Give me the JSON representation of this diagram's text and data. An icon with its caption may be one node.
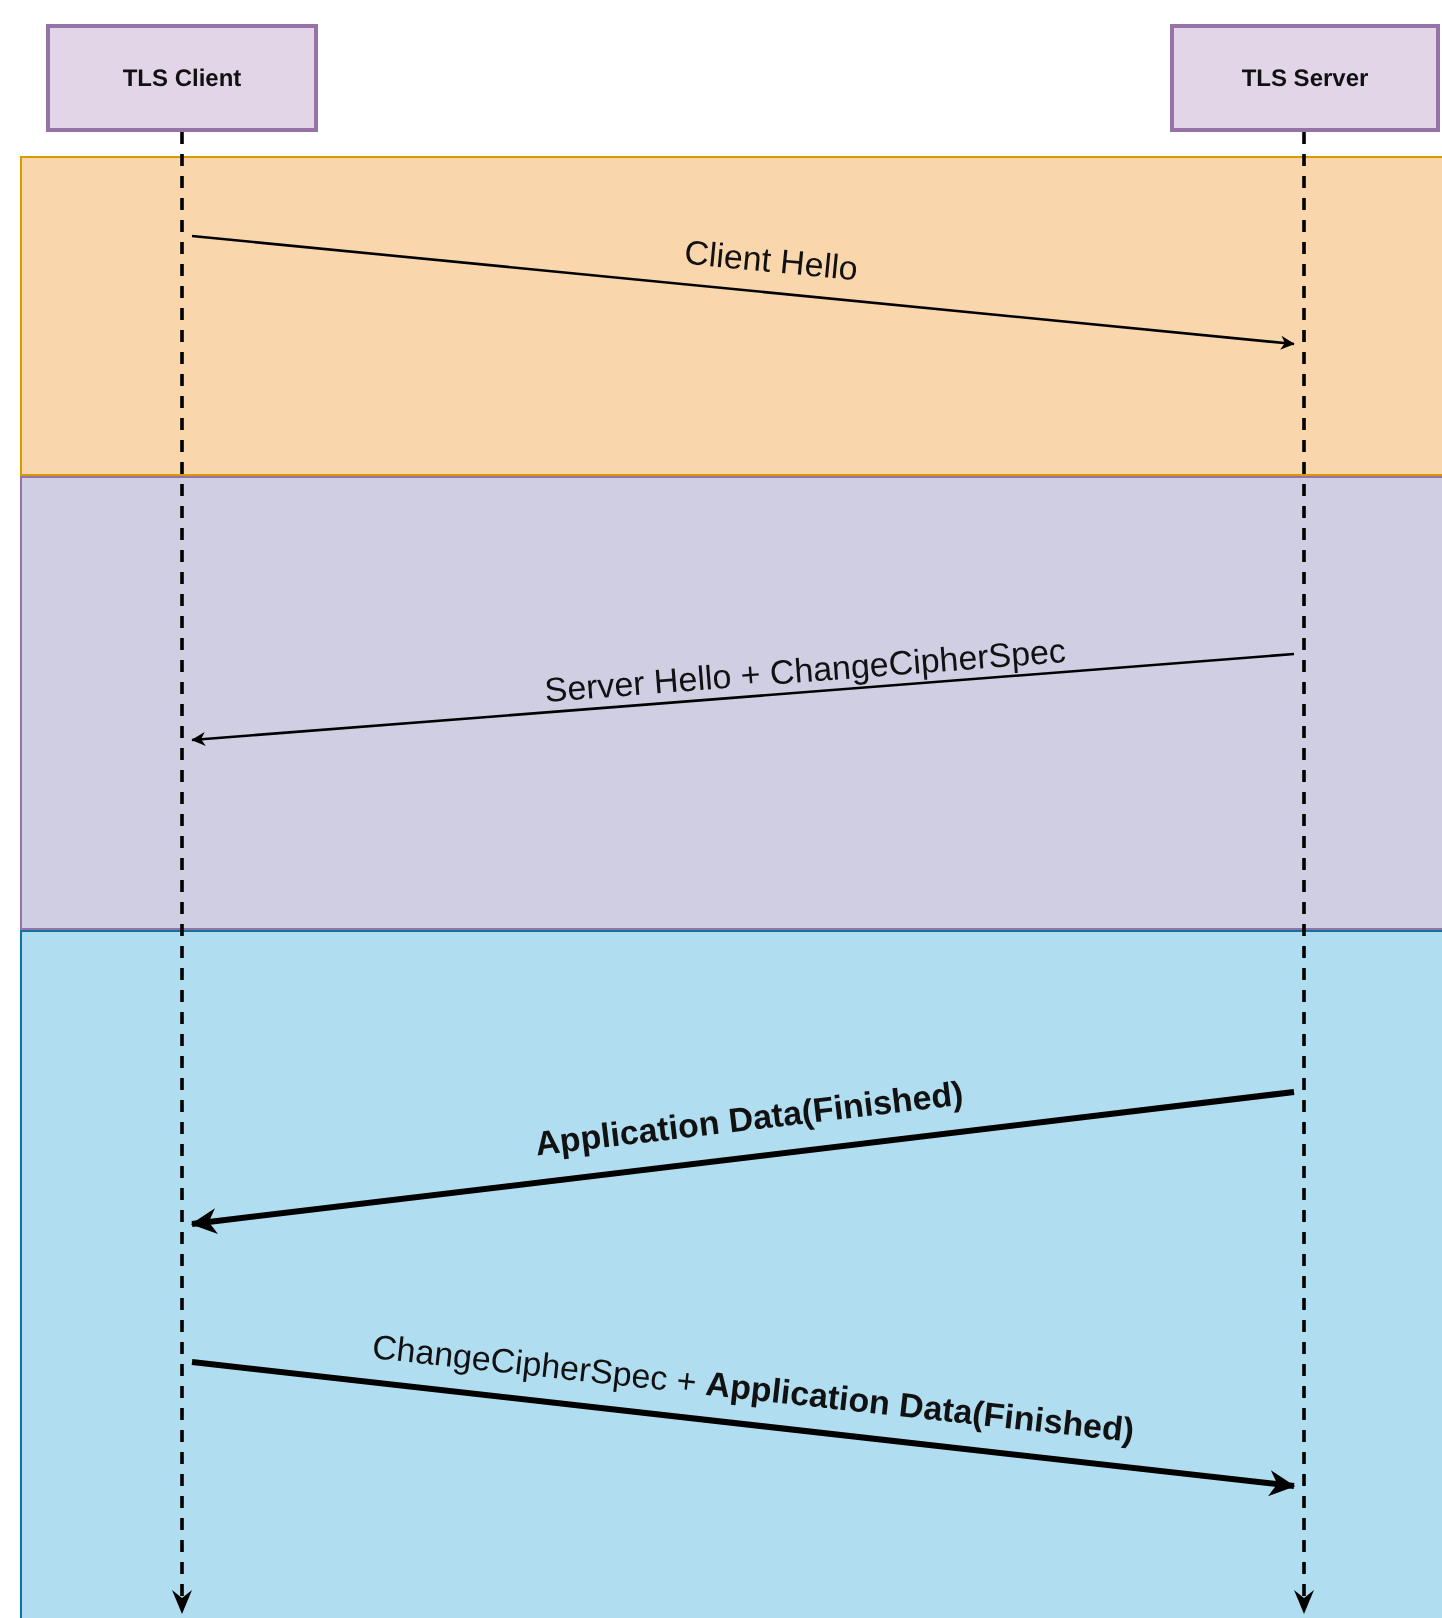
{
  "diagram": {
    "nodes": [
      {
        "text": [
          "TLS Client"
        ]
      },
      {
        "text": [
          "TLS Server"
        ]
      },
      {
        "text": [],
        "shape": "line"
      },
      {
        "text": [],
        "shape": "line"
      }
    ],
    "edges": [
      {
        "from": 2,
        "to": 3,
        "arrow": "to",
        "label": "Client Hello"
      },
      {
        "from": 3,
        "to": 2,
        "arrow": "to",
        "label": "Server Hello + ChangeCipherSpec"
      },
      {
        "from": 3,
        "to": 2,
        "arrow": "to",
        "label": "**Application Data(Finished)**",
        "style": "thick"
      },
      {
        "from": 2,
        "to": 3,
        "arrow": "to",
        "label": "ChangeCipherSpec + **Application Data(Finished)**",
        "style": "thick"
      }
    ]
  }
}
